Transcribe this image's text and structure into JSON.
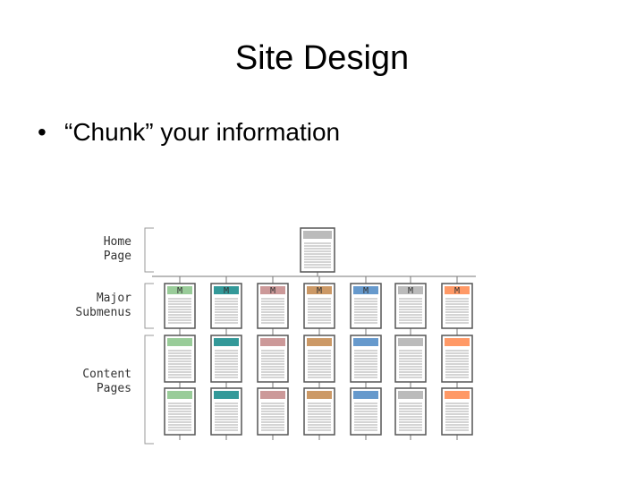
{
  "slide": {
    "title": "Site Design",
    "bullet": "“Chunk” your information",
    "bullet_marker": "•"
  },
  "diagram": {
    "labels": {
      "home": [
        "Home",
        "Page"
      ],
      "submenus": [
        "Major",
        "Submenus"
      ],
      "content": [
        "Content",
        "Pages"
      ]
    },
    "home_page_bar_color": "#bbbbbb",
    "submenu_marker": "M",
    "column_colors": [
      "#99cc99",
      "#339999",
      "#cc9999",
      "#cc9966",
      "#6699cc",
      "#bbbbbb",
      "#ff9966"
    ],
    "content_rows": 2
  }
}
